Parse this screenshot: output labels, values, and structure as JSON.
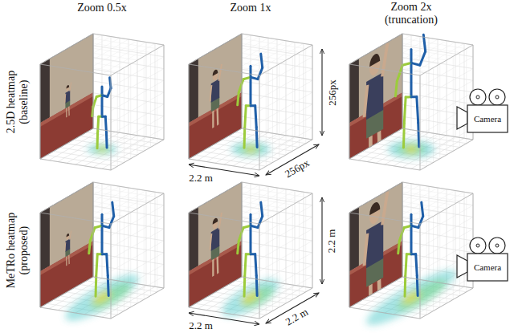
{
  "diagram": {
    "labels": [
      "Zoom 0.5x",
      "Zoom 1x",
      "Zoom 2x (truncation)",
      "2.5D heatmap (baseline)",
      "256px",
      "2.2 m",
      "256px",
      "Camera",
      "MeTRo heatmap (proposed)",
      "2.2 m",
      "2.2 m",
      "2.2 m",
      "Camera"
    ]
  }
}
